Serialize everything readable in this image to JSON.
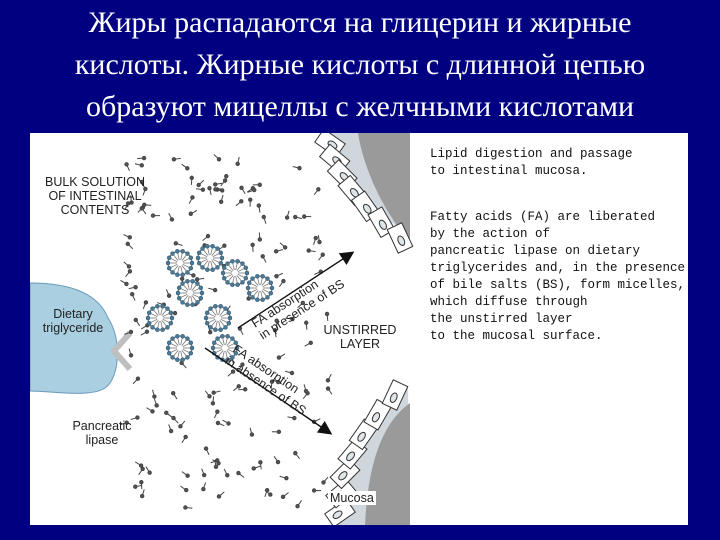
{
  "slide": {
    "title_lines": [
      "Жиры распадаются на глицерин и жирные",
      "кислоты. Жирные кислоты с длинной цепью",
      "образуют мицеллы с желчными кислотами"
    ]
  },
  "figure": {
    "bulk_solution": [
      "BULK SOLUTION",
      "OF INTESTINAL",
      "CONTENTS"
    ],
    "dietary_tg": [
      "Dietary",
      "triglyceride"
    ],
    "pancreatic_lipase": [
      "Pancreatic",
      "lipase"
    ],
    "unstirred_layer": [
      "UNSTIRRED",
      "LAYER"
    ],
    "mucosa": "Mucosa",
    "arrow_with_bs": [
      "FA absorption",
      "in presence of BS"
    ],
    "arrow_without_bs": [
      "FA absorption",
      "in absence of BS"
    ],
    "caption_title": [
      "Lipid digestion and passage",
      "to intestinal mucosa."
    ],
    "caption_body": [
      "Fatty acids (FA) are liberated",
      "by the action of",
      "pancreatic lipase on dietary",
      "triglycerides and, in the presence",
      "of bile salts (BS), form micelles,",
      "which diffuse through",
      "the unstirred layer",
      "to the mucosal surface."
    ]
  },
  "colors": {
    "background": "#000080",
    "title": "#ffffff",
    "panel": "#ffffff",
    "ink": "#222222",
    "tissue": "#9a9a9a",
    "tg_blob": "#a9cfe0"
  }
}
